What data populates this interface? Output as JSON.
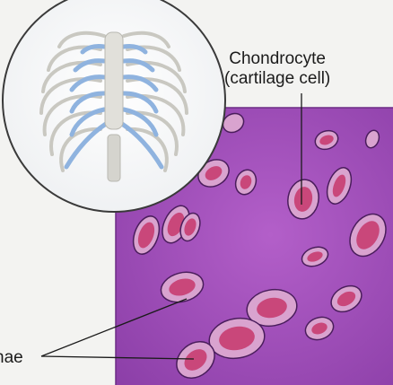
{
  "labels": {
    "chondrocyte_line1": "Chondrocyte",
    "chondrocyte_line2": "(cartilage cell)",
    "lacunae": "nae"
  },
  "colors": {
    "background": "#f3f3f1",
    "matrix": "#a150b8",
    "lacuna": "#d9a3cf",
    "cell": "#c9477a",
    "nucleus": "#b31e55",
    "bone": "#dcdcd6",
    "cartilage": "#8fb3df"
  }
}
